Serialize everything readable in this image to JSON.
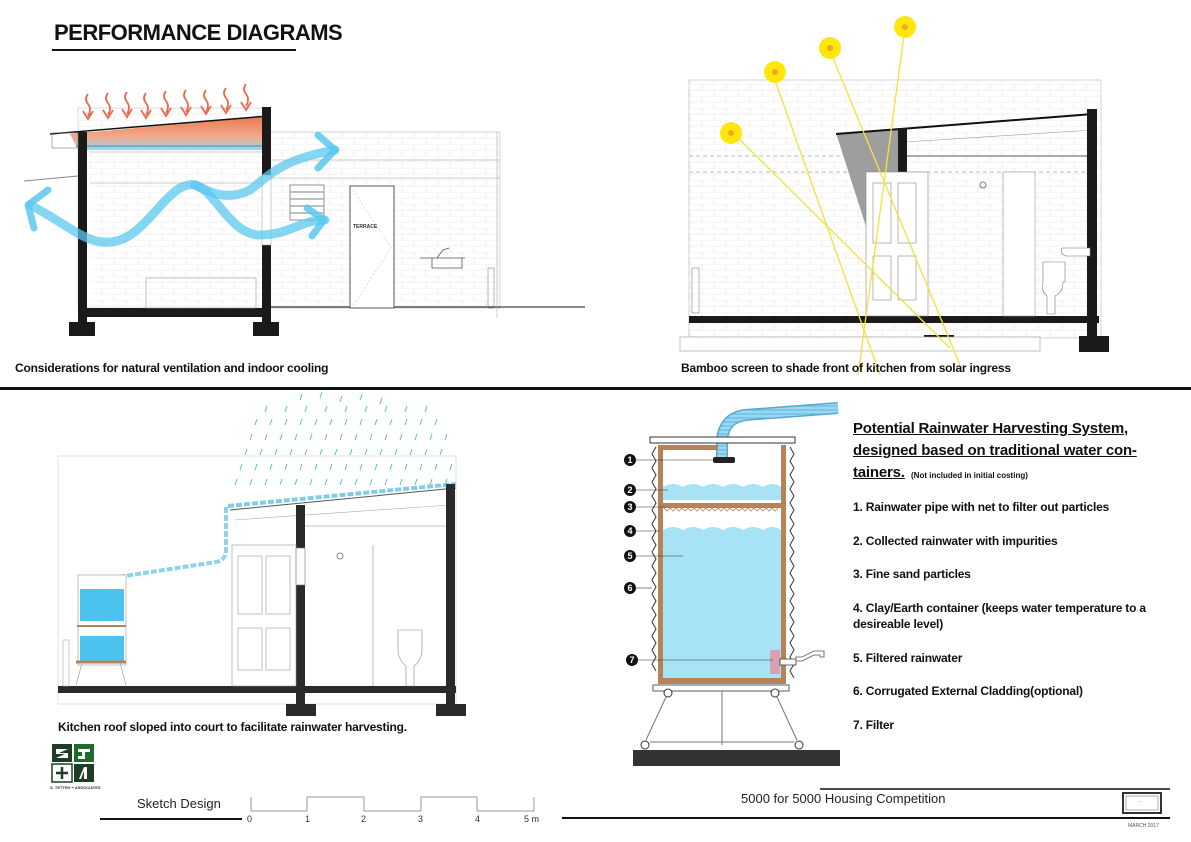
{
  "page": {
    "title": "PERFORMANCE DIAGRAMS"
  },
  "panels": {
    "ventilation": {
      "caption": "Considerations for natural ventilation and indoor cooling",
      "door_label": "TERRACE"
    },
    "solar": {
      "caption": "Bamboo screen to shade front of kitchen from solar ingress"
    },
    "roof": {
      "caption": "Kitchen roof sloped into court to facilitate rainwater harvesting."
    },
    "rainwater": {
      "heading_line1": "Potential Rainwater Harvesting System,",
      "heading_line2": "designed based on traditional water con-",
      "heading_line3": "tainers.",
      "heading_note": "(Not included in initial costing)",
      "markers": [
        "1",
        "2",
        "3",
        "4",
        "5",
        "6",
        "7"
      ],
      "items": [
        "1. Rainwater pipe with net to filter out particles",
        "2. Collected rainwater with impurities",
        "3. Fine sand particles",
        "4. Clay/Earth container (keeps water temperature to a desireable level)",
        "5. Filtered rainwater",
        "6. Corrugated External Cladding(optional)",
        "7. Filter"
      ]
    }
  },
  "footer": {
    "stage": "Sketch Design",
    "project": "5000 for 5000 Housing Competition",
    "date": "MARCH 2017",
    "sheet_mark": ".",
    "scale": {
      "ticks": [
        "0",
        "1",
        "2",
        "3",
        "4",
        "5 m"
      ]
    },
    "logo": {
      "letters": [
        "S",
        "T",
        "+",
        "A"
      ],
      "firm": "S. TETTEH + ASSOCIATES"
    }
  },
  "colors": {
    "air_flow": "#5bc8ef",
    "heat": "#e86b4f",
    "sun": "#ffe600",
    "water": "#a8e2f5",
    "clay": "#b5835a",
    "wall": "#1a1a1a",
    "logo_green": "#1f6b2e"
  }
}
